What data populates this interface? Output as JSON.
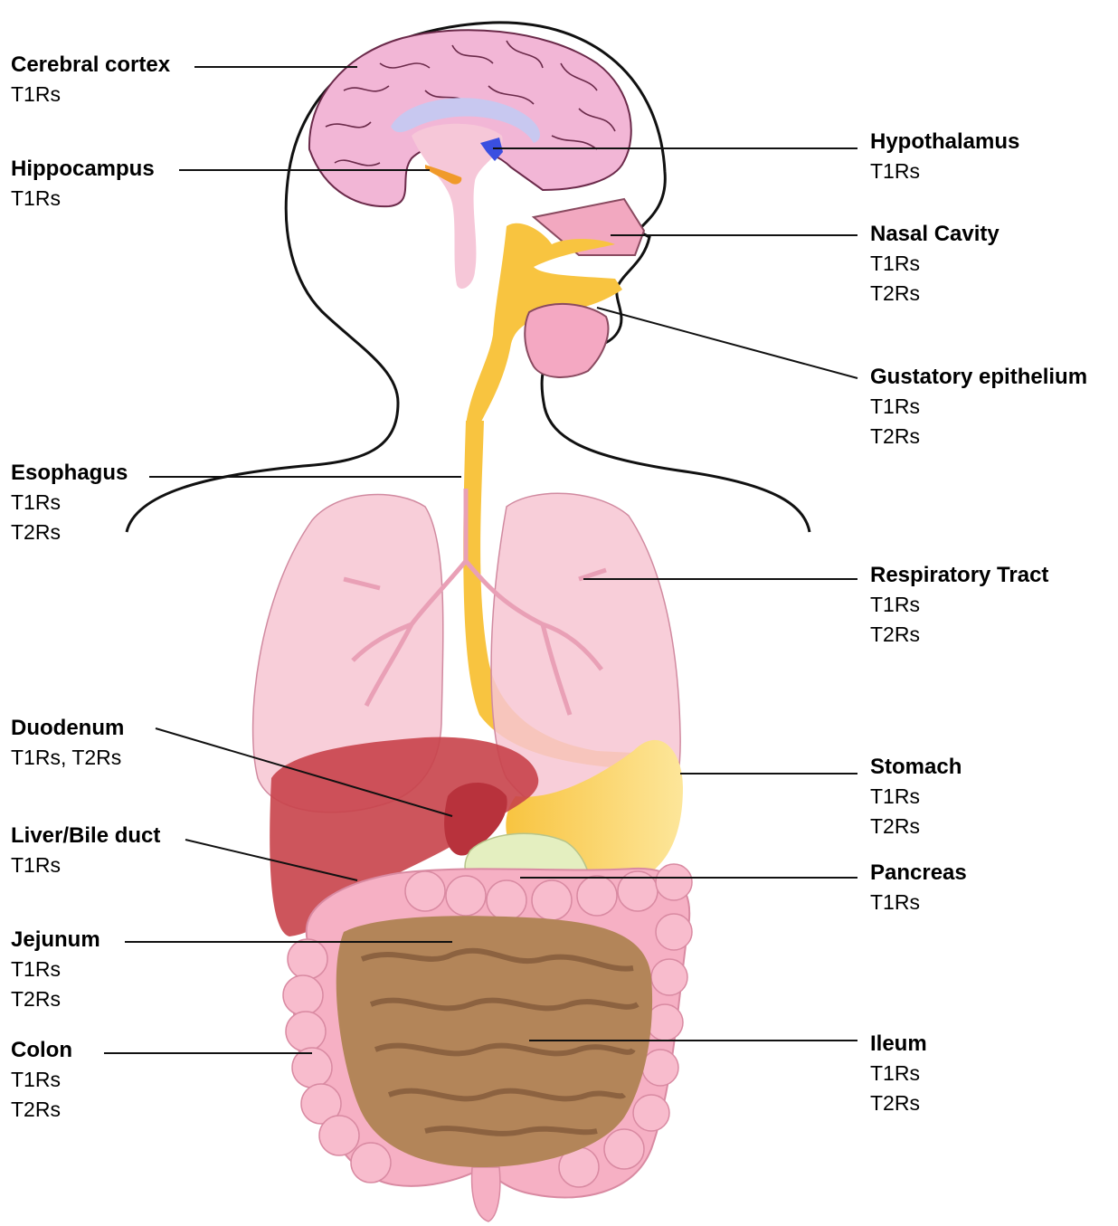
{
  "labels": {
    "cerebral_cortex": {
      "name": "Cerebral cortex",
      "receptors": [
        "T1Rs"
      ]
    },
    "hippocampus": {
      "name": "Hippocampus",
      "receptors": [
        "T1Rs"
      ]
    },
    "hypothalamus": {
      "name": "Hypothalamus",
      "receptors": [
        "T1Rs"
      ]
    },
    "nasal_cavity": {
      "name": "Nasal Cavity",
      "receptors": [
        "T1Rs",
        "T2Rs"
      ]
    },
    "gustatory_epithelium": {
      "name": "Gustatory epithelium",
      "receptors": [
        "T1Rs",
        "T2Rs"
      ]
    },
    "esophagus": {
      "name": "Esophagus",
      "receptors": [
        "T1Rs",
        "T2Rs"
      ]
    },
    "respiratory_tract": {
      "name": "Respiratory Tract",
      "receptors": [
        "T1Rs",
        "T2Rs"
      ]
    },
    "duodenum": {
      "name": "Duodenum",
      "receptors": [
        "T1Rs, T2Rs"
      ]
    },
    "stomach": {
      "name": "Stomach",
      "receptors": [
        "T1Rs",
        "T2Rs"
      ]
    },
    "liver_bile_duct": {
      "name": "Liver/Bile duct",
      "receptors": [
        "T1Rs"
      ]
    },
    "pancreas": {
      "name": "Pancreas",
      "receptors": [
        "T1Rs"
      ]
    },
    "jejunum": {
      "name": "Jejunum",
      "receptors": [
        "T1Rs",
        "T2Rs"
      ]
    },
    "colon": {
      "name": "Colon",
      "receptors": [
        "T1Rs",
        "T2Rs"
      ]
    },
    "ileum": {
      "name": "Ileum",
      "receptors": [
        "T1Rs",
        "T2Rs"
      ]
    }
  }
}
